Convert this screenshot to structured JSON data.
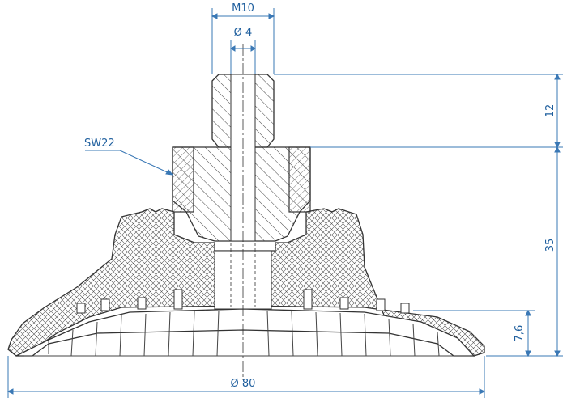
{
  "dimensions": {
    "thread": "M10",
    "bore": "Ø 4",
    "thread_height": "12",
    "body_height": "35",
    "lip_height": "7,6",
    "diameter": "Ø 80"
  },
  "callouts": {
    "wrench_size": "SW22"
  },
  "colors": {
    "dimension": "#1f5f9e",
    "outline": "#333333",
    "background": "#ffffff"
  }
}
